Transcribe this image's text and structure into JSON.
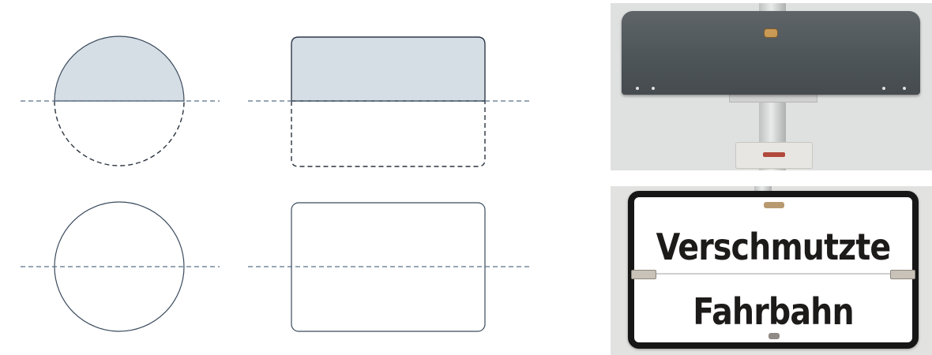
{
  "colors": {
    "outline": "#3a4a5c",
    "fill": "#d5dde5",
    "guide": "#5a6f87"
  },
  "diagram": {
    "shapes": [
      {
        "shape": "circle",
        "state": "folded",
        "upper_half": "filled",
        "lower_half": "dashed"
      },
      {
        "shape": "rounded-rectangle",
        "state": "folded",
        "upper_half": "filled",
        "lower_half": "dashed"
      },
      {
        "shape": "circle",
        "state": "open",
        "upper_half": "outline",
        "lower_half": "outline"
      },
      {
        "shape": "rounded-rectangle",
        "state": "open",
        "upper_half": "outline",
        "lower_half": "outline"
      }
    ]
  },
  "photos": {
    "folded": {
      "subject": "folded sign back plate"
    },
    "open": {
      "sign_line1": "Verschmutzte",
      "sign_line2": "Fahrbahn"
    }
  }
}
